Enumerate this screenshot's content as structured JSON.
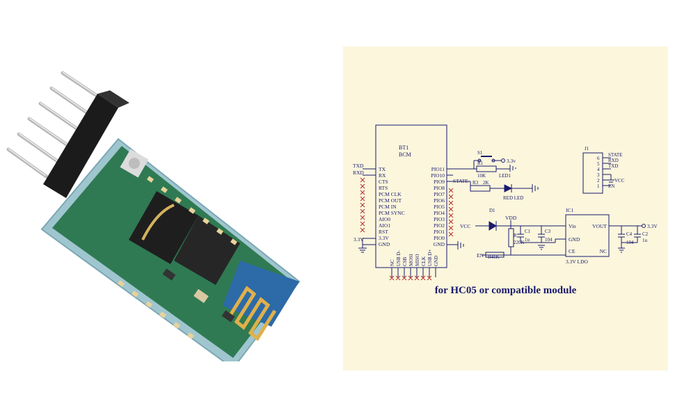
{
  "photo": {
    "alt_name": "HC-05 Bluetooth module"
  },
  "schematic": {
    "caption": "for HC05 or compatible module",
    "bt1": {
      "ref": "BT1",
      "name": "BCM",
      "left_pins": [
        "TX",
        "RX",
        "CTS",
        "RTS",
        "PCM CLK",
        "PCM OUT",
        "PCM IN",
        "PCM SYNC",
        "AIO0",
        "AIO1",
        "RST",
        "3.3V",
        "GND"
      ],
      "right_pins": [
        "PIO11",
        "PIO10",
        "PIO9",
        "PIO8",
        "PIO7",
        "PIO6",
        "PIO5",
        "PIO4",
        "PIO3",
        "PIO2",
        "PIO1",
        "PIO0",
        "GND"
      ],
      "bottom_pins": [
        "NC",
        "USB D-",
        "CSB",
        "MOSI",
        "MISO",
        "CLK",
        "USB D+",
        "GND"
      ]
    },
    "nets": {
      "txd": "TXD",
      "rxd": "RXD",
      "v33_left": "3.3V",
      "state": "STATE",
      "en": "EN",
      "vcc": "VCC",
      "vdd": "VDD",
      "v33_out": "3.3V",
      "v33_top": "3.3v"
    },
    "parts": {
      "s1": "S1",
      "r1": "R1",
      "r1_val": "10K",
      "led1": "LED1",
      "r3": "R3",
      "r3_val": "2K",
      "red_led": "RED LED",
      "d1": "D1",
      "r_label": "R",
      "r_val": "220K",
      "c1": "C1",
      "c1_val": "1u",
      "c3": "C3",
      "c3_val": "104",
      "c4": "C4",
      "c4_val": "104",
      "c2": "C2",
      "c2_val": "1u",
      "r4": "R4",
      "r4_val": "1K"
    },
    "ic1": {
      "ref": "IC1",
      "vin": "Vin",
      "vout": "VOUT",
      "gnd": "GND",
      "ce": "CE",
      "nc": "NC",
      "name": "3.3V LDO"
    },
    "j1": {
      "ref": "J1",
      "pins": [
        "6",
        "5",
        "4",
        "3",
        "2",
        "1"
      ],
      "labels": [
        "STATE",
        "RXD",
        "TXD",
        "",
        "VCC",
        "EN"
      ]
    }
  }
}
